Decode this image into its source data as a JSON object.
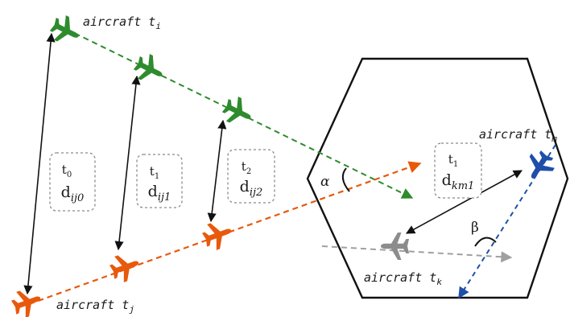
{
  "colors": {
    "green": "#2e8b2e",
    "orange": "#e8590c",
    "blue": "#1f4fa8",
    "gray": "#8c8c8c",
    "black": "#111111"
  },
  "labels": {
    "aircraft_i": {
      "prefix": "aircraft t",
      "sub": "i"
    },
    "aircraft_j": {
      "prefix": "aircraft t",
      "sub": "j"
    },
    "aircraft_k": {
      "prefix": "aircraft t",
      "sub": "k"
    },
    "aircraft_m": {
      "prefix": "aircraft t",
      "sub": "m"
    }
  },
  "boxes": [
    {
      "t": "t",
      "t_sub": "0",
      "d": "d",
      "d_sub": "ij0"
    },
    {
      "t": "t",
      "t_sub": "1",
      "d": "d",
      "d_sub": "ij1"
    },
    {
      "t": "t",
      "t_sub": "2",
      "d": "d",
      "d_sub": "ij2"
    },
    {
      "t": "t",
      "t_sub": "1",
      "d": "d",
      "d_sub": "km1"
    }
  ],
  "angles": {
    "alpha": "α",
    "beta": "β"
  },
  "icons": [
    "aircraft-green-icon",
    "aircraft-orange-icon",
    "aircraft-blue-icon",
    "aircraft-gray-icon"
  ]
}
